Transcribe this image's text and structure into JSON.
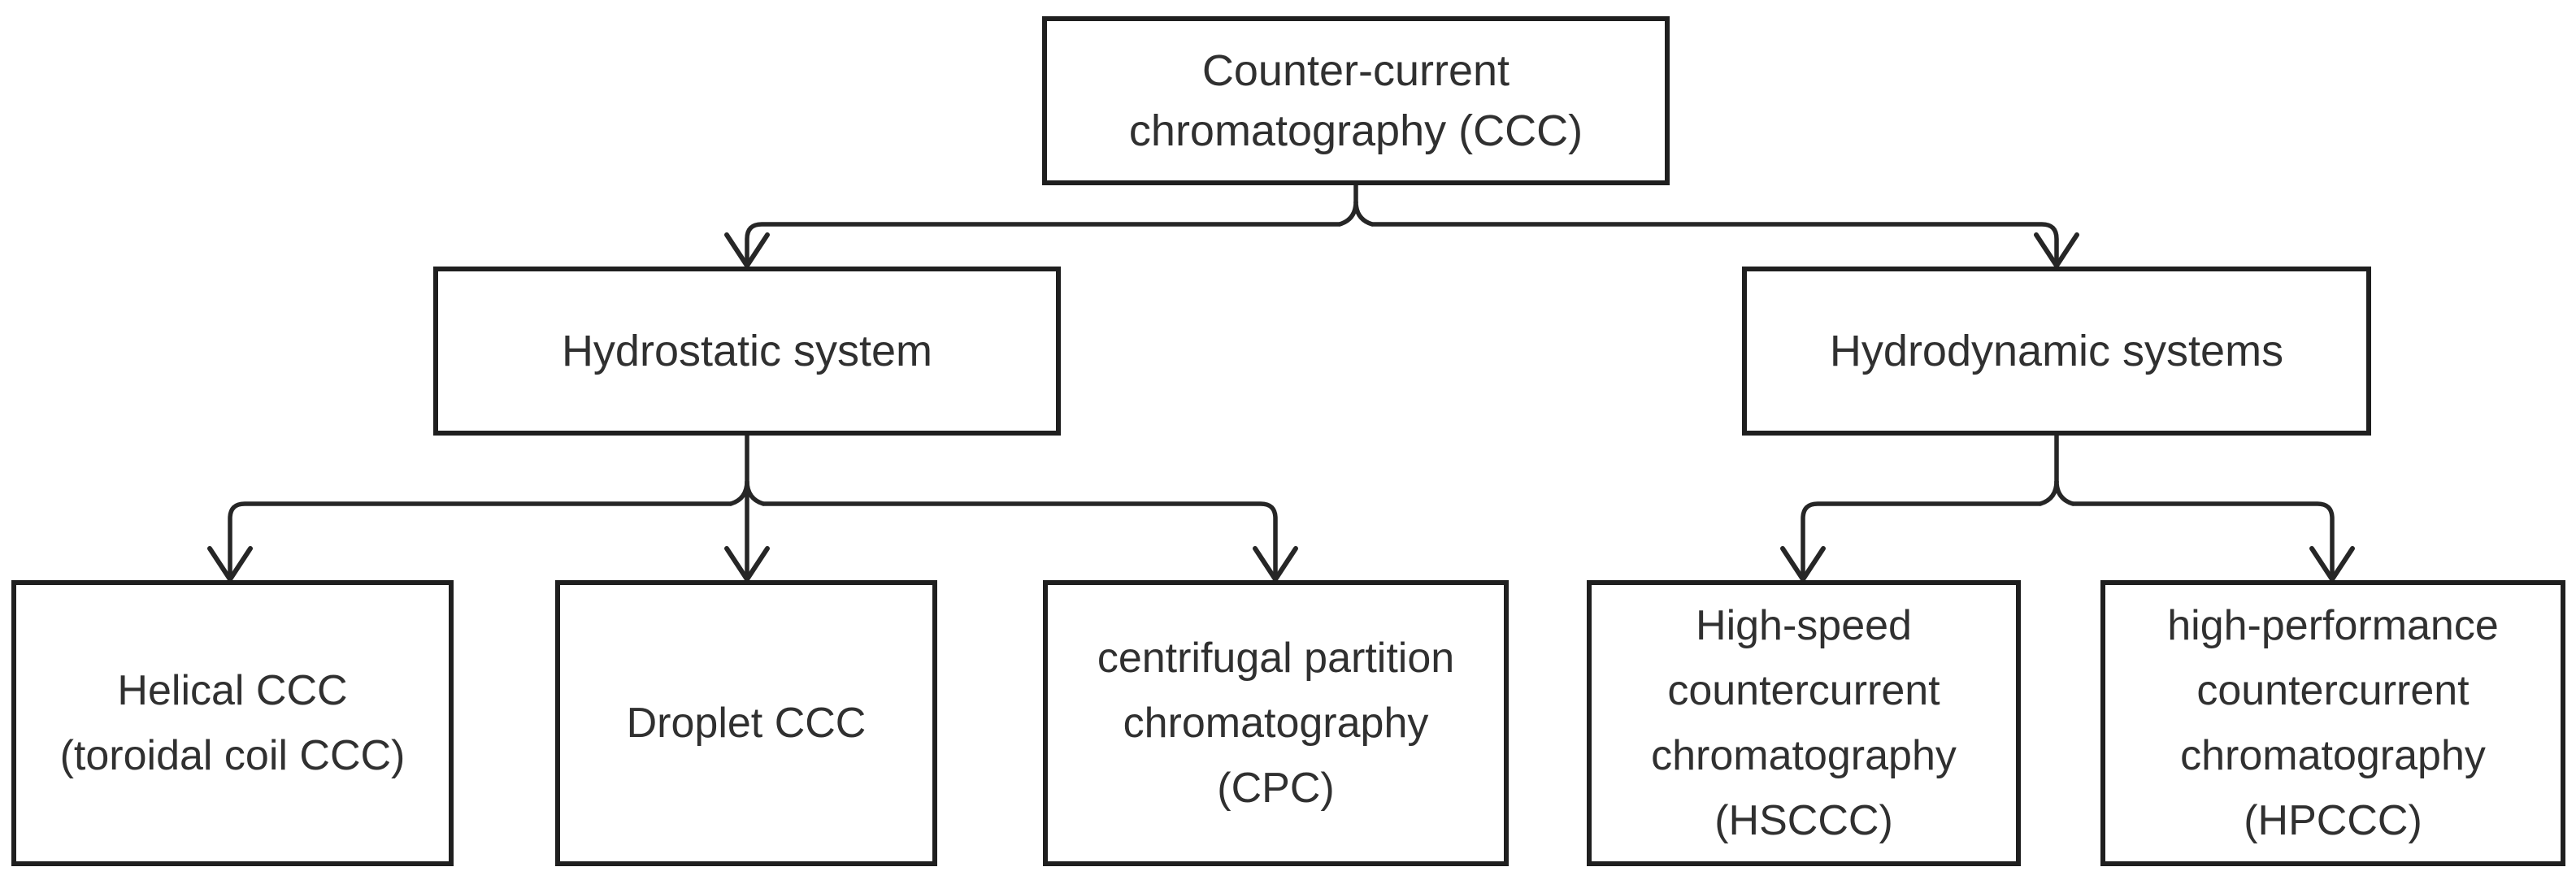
{
  "diagram": {
    "type": "hierarchy-flowchart",
    "colors": {
      "background": "#ffffff",
      "line": "#262626",
      "box_border": "#1f1f1f",
      "text": "#303030"
    },
    "nodes": {
      "root": {
        "label": "Counter-current chromatography (CCC)",
        "lines": [
          "Counter-current",
          "chromatography (CCC)"
        ]
      },
      "hydrostatic": {
        "label": "Hydrostatic system",
        "lines": [
          "Hydrostatic system"
        ]
      },
      "hydrodynamic": {
        "label": "Hydrodynamic systems",
        "lines": [
          "Hydrodynamic systems"
        ]
      },
      "helical": {
        "label": "Helical CCC (toroidal coil CCC)",
        "lines": [
          "Helical CCC",
          "(toroidal coil CCC)"
        ]
      },
      "droplet": {
        "label": "Droplet CCC",
        "lines": [
          "Droplet CCC"
        ]
      },
      "cpc": {
        "label": "centrifugal partition chromatography (CPC)",
        "lines": [
          "centrifugal partition",
          "chromatography",
          "(CPC)"
        ]
      },
      "hsccc": {
        "label": "High-speed countercurrent chromatography (HSCCC)",
        "lines": [
          "High-speed",
          "countercurrent",
          "chromatography",
          "(HSCCC)"
        ]
      },
      "hpccc": {
        "label": "high-performance countercurrent chromatography (HPCCC)",
        "lines": [
          "high-performance",
          "countercurrent",
          "chromatography",
          "(HPCCC)"
        ]
      }
    },
    "edges": [
      {
        "from": "root",
        "to": "hydrostatic"
      },
      {
        "from": "root",
        "to": "hydrodynamic"
      },
      {
        "from": "hydrostatic",
        "to": "helical"
      },
      {
        "from": "hydrostatic",
        "to": "droplet"
      },
      {
        "from": "hydrostatic",
        "to": "cpc"
      },
      {
        "from": "hydrodynamic",
        "to": "hsccc"
      },
      {
        "from": "hydrodynamic",
        "to": "hpccc"
      }
    ]
  }
}
